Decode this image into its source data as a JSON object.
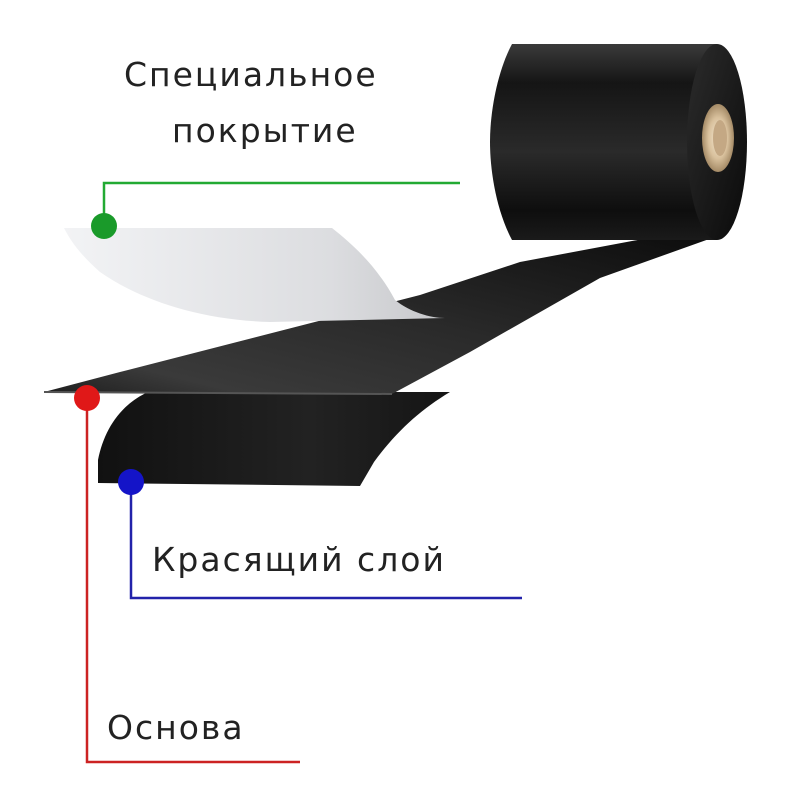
{
  "labels": {
    "coating_line1": "Специальное",
    "coating_line2": "покрытие",
    "ink_layer": "Красящий слой",
    "base": "Основа"
  },
  "colors": {
    "coating_marker": "#1a9a2a",
    "coating_line": "#22aa33",
    "base_marker": "#e01818",
    "base_line": "#cc2222",
    "ink_marker": "#1414c8",
    "ink_line": "#2222aa",
    "ribbon": "#1c1c1c",
    "coating_film": "#e6e7ea",
    "core": "#d8c3a5"
  }
}
